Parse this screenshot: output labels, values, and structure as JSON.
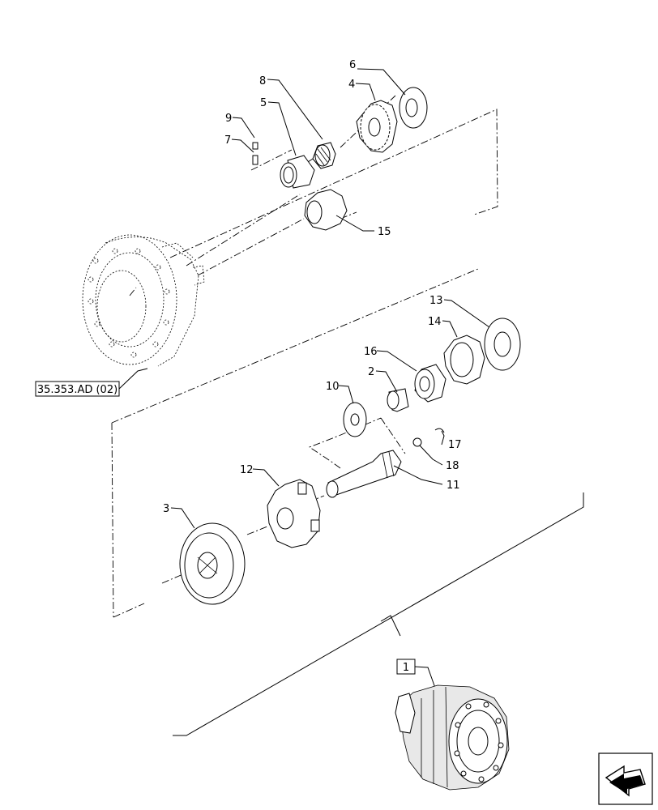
{
  "diagram": {
    "callouts": [
      {
        "id": "c6",
        "text": "6"
      },
      {
        "id": "c8",
        "text": "8"
      },
      {
        "id": "c4",
        "text": "4"
      },
      {
        "id": "c5",
        "text": "5"
      },
      {
        "id": "c9",
        "text": "9"
      },
      {
        "id": "c7",
        "text": "7"
      },
      {
        "id": "c15",
        "text": "15"
      },
      {
        "id": "c13",
        "text": "13"
      },
      {
        "id": "c14",
        "text": "14"
      },
      {
        "id": "c16",
        "text": "16"
      },
      {
        "id": "c2",
        "text": "2"
      },
      {
        "id": "c10",
        "text": "10"
      },
      {
        "id": "c17",
        "text": "17"
      },
      {
        "id": "c18",
        "text": "18"
      },
      {
        "id": "c11",
        "text": "11"
      },
      {
        "id": "c12",
        "text": "12"
      },
      {
        "id": "c3",
        "text": "3"
      },
      {
        "id": "c1",
        "text": "1"
      }
    ],
    "reference_label": "35.353.AD (02)",
    "assembly_box_label": "1",
    "nav_icon": "next-page-arrow-icon"
  }
}
